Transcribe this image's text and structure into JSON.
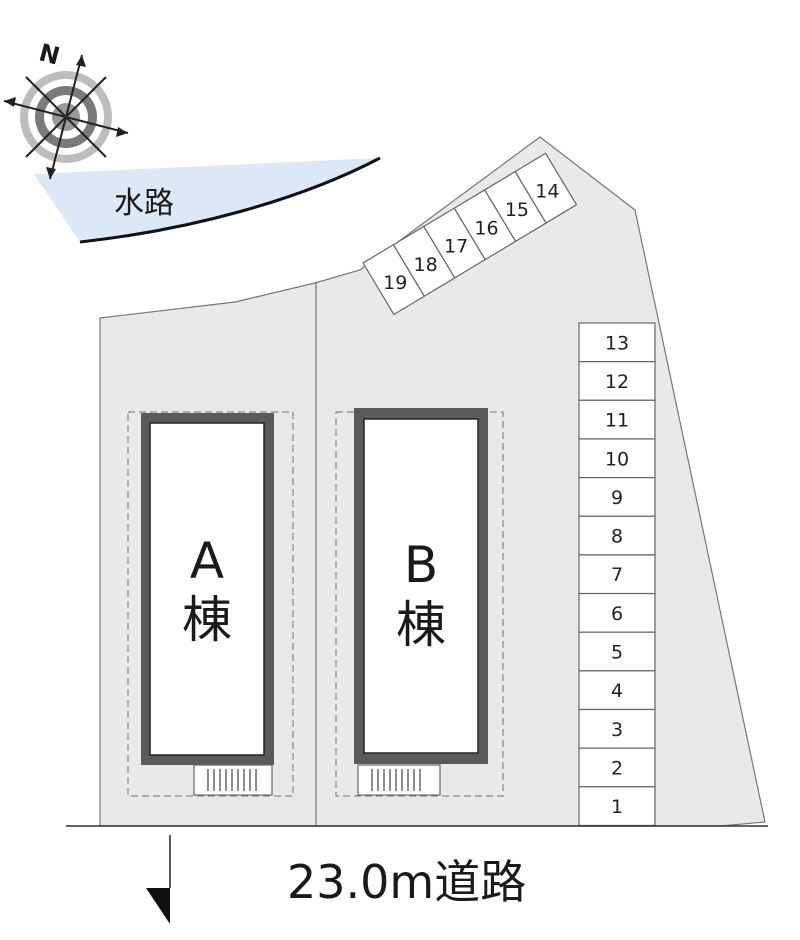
{
  "compass": {
    "north_label": "N"
  },
  "waterway": {
    "label": "水路"
  },
  "buildings": [
    {
      "id": "A",
      "line1": "A",
      "line2": "棟"
    },
    {
      "id": "B",
      "line1": "B",
      "line2": "棟"
    }
  ],
  "parking_right": [
    "13",
    "12",
    "11",
    "10",
    "9",
    "8",
    "7",
    "6",
    "5",
    "4",
    "3",
    "2",
    "1"
  ],
  "parking_top": [
    "19",
    "18",
    "17",
    "16",
    "15",
    "14"
  ],
  "road": {
    "label": "23.0m道路"
  },
  "colors": {
    "lot": "#e9e9eb",
    "water": "#dbe8f5",
    "wall": "#5a5a5a",
    "line": "#555555"
  }
}
